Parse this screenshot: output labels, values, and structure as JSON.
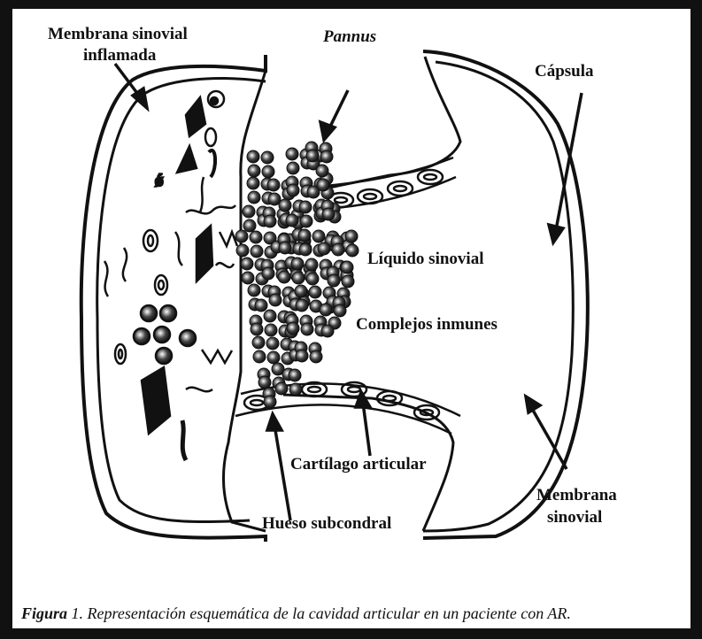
{
  "labels": {
    "membrana_inflamada_1": "Membrana sinovial",
    "membrana_inflamada_2": "inflamada",
    "pannus": "Pannus",
    "capsula": "Cápsula",
    "liquido": "Líquido sinovial",
    "complejos": "Complejos inmunes",
    "cartilago": "Cartílago articular",
    "hueso": "Hueso subcondral",
    "membrana_1": "Membrana",
    "membrana_2": "sinovial"
  },
  "caption": {
    "prefix": "Figura",
    "number": " 1.",
    "text": " Representación esquemática de la cavidad articular en un paciente con AR."
  },
  "colors": {
    "ink": "#111111",
    "paper": "#ffffff"
  }
}
